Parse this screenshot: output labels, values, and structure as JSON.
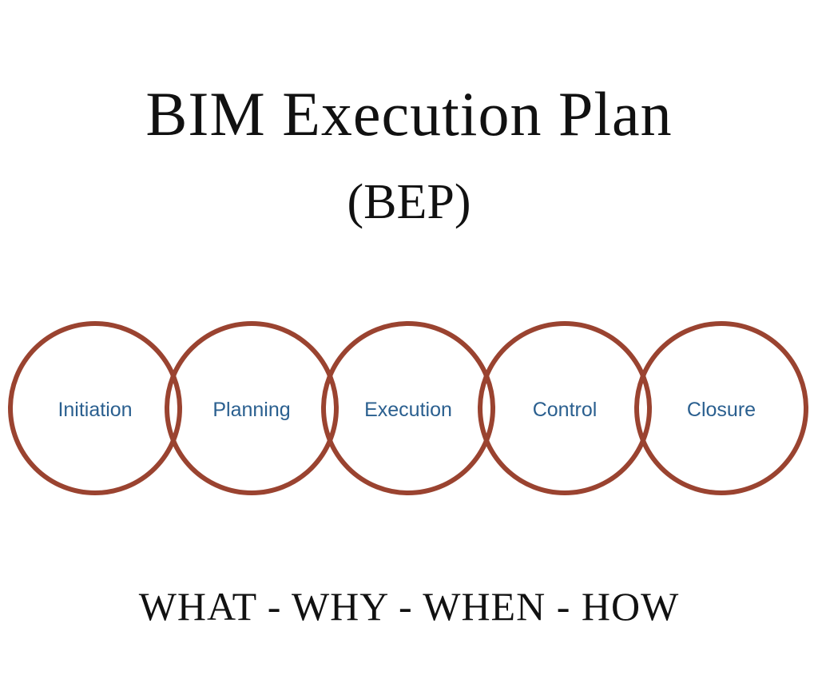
{
  "title": "BIM Execution Plan",
  "subtitle": "(BEP)",
  "phases": [
    "Initiation",
    "Planning",
    "Execution",
    "Control",
    "Closure"
  ],
  "footer": "WHAT - WHY - WHEN - HOW",
  "colors": {
    "ring": "#9a4330",
    "label": "#2a5f8f",
    "text": "#111111"
  }
}
